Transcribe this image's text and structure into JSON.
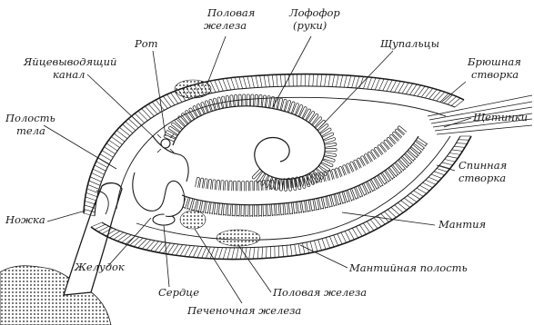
{
  "labels": {
    "gonad_top": "Половая железа",
    "lophophore": "Лофофор (руки)",
    "mouth": "Рот",
    "tentacles": "Щупальцы",
    "oviduct": "Яйцевыводящий канал",
    "ventral_valve": "Брюшная створка",
    "body_cavity": "Полость тела",
    "setae": "Щетинки",
    "dorsal_valve": "Спинная створка",
    "pedicle": "Ножка",
    "mantle": "Мантия",
    "stomach": "Желудок",
    "mantle_cavity": "Мантийная полость",
    "heart": "Сердце",
    "gonad_bottom": "Половая железа",
    "liver": "Печеночная железа"
  }
}
